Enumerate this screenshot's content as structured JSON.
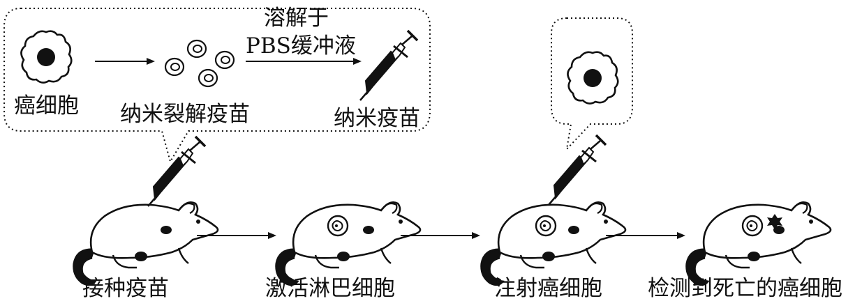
{
  "bubble": {
    "cancer_cell_label": "癌细胞",
    "lysate_label": "纳米裂解疫苗",
    "arrow_label_line1": "溶解于",
    "arrow_label_line2": "PBS缓冲液",
    "vaccine_label": "纳米疫苗"
  },
  "steps": [
    {
      "label": "接种疫苗"
    },
    {
      "label": "激活淋巴细胞"
    },
    {
      "label": "注射癌细胞"
    },
    {
      "label": "检测到死亡的癌细胞"
    }
  ],
  "icons": {
    "cell": "cancer-cell-icon",
    "lysate": "nano-lysate-vesicles-icon",
    "syringe": "syringe-icon",
    "mouse": "mouse-icon",
    "lymph": "lymphocyte-icon",
    "dead_cell": "dead-cancer-cell-icon"
  }
}
